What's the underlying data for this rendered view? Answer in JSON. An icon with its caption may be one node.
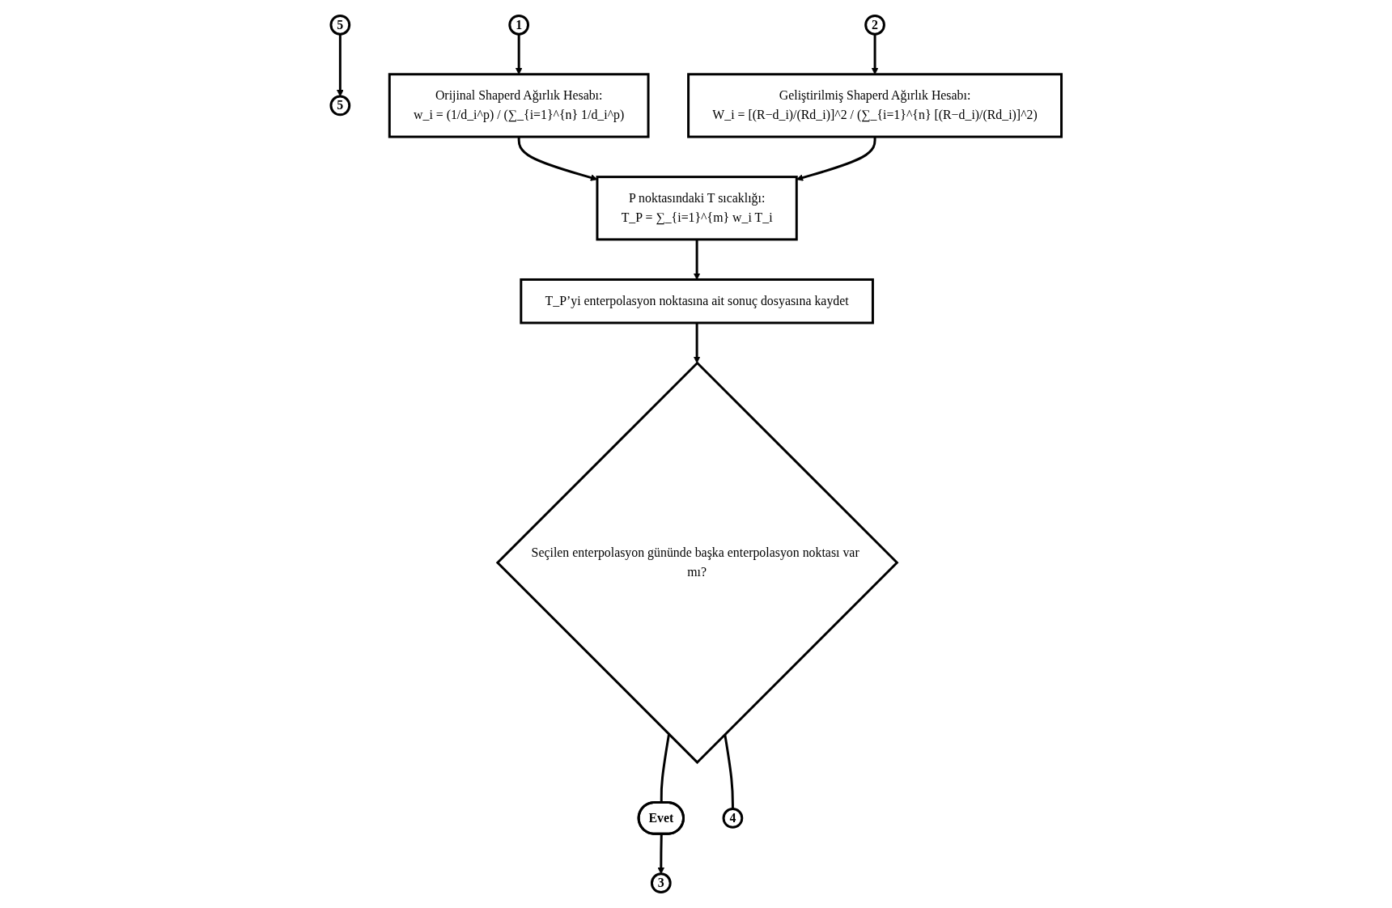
{
  "diagram": {
    "nodes": [
      {
        "text": [
          "5"
        ]
      },
      {
        "text": [
          "1"
        ]
      },
      {
        "text": [
          "2"
        ]
      },
      {
        "text": [
          "3"
        ]
      },
      {
        "text": [
          "Orijinal Shaperd Ağırlık Hesabı:",
          "w_i = (1/d_i^p) / (∑_{i=1}^{n} 1/d_i^p)"
        ]
      },
      {
        "text": [
          "Geliştirilmiş Shaperd Ağırlık Hesabı:",
          "W_i = [(R−d_i)/(Rd_i)]^2 / (∑_{i=1}^{n} [(R−d_i)/(Rd_i)]^2)"
        ]
      },
      {
        "text": [
          "P noktasındaki T sıcaklığı:",
          "T_P = ∑_{i=1}^{m} w_i T_i"
        ]
      },
      {
        "text": [
          "T_P’yi enterpolasyon noktasına ait sonuç dosyasına kaydet"
        ]
      },
      {
        "text": [
          "Seçilen enterpolasyon gününde başka enterpolasyon noktası var mı?"
        ]
      },
      {
        "text": [
          "Evet"
        ]
      },
      {
        "text": [
          "4"
        ]
      },
      {
        "text": [
          "5"
        ]
      }
    ],
    "edges": [
      {
        "from": 1,
        "to": 4,
        "arrow": "to"
      },
      {
        "from": 2,
        "to": 5,
        "arrow": "to"
      },
      {
        "from": 4,
        "to": 6,
        "arrow": "to"
      },
      {
        "from": 5,
        "to": 6,
        "arrow": "to"
      },
      {
        "from": 6,
        "to": 7,
        "arrow": "to"
      },
      {
        "from": 7,
        "to": 8,
        "arrow": "to"
      },
      {
        "from": 8,
        "to": 9,
        "arrow": "none"
      },
      {
        "from": 9,
        "to": 3,
        "arrow": "to"
      },
      {
        "from": 8,
        "to": 10,
        "arrow": "none"
      },
      {
        "from": 11,
        "to": 0,
        "arrow": "to"
      }
    ]
  }
}
